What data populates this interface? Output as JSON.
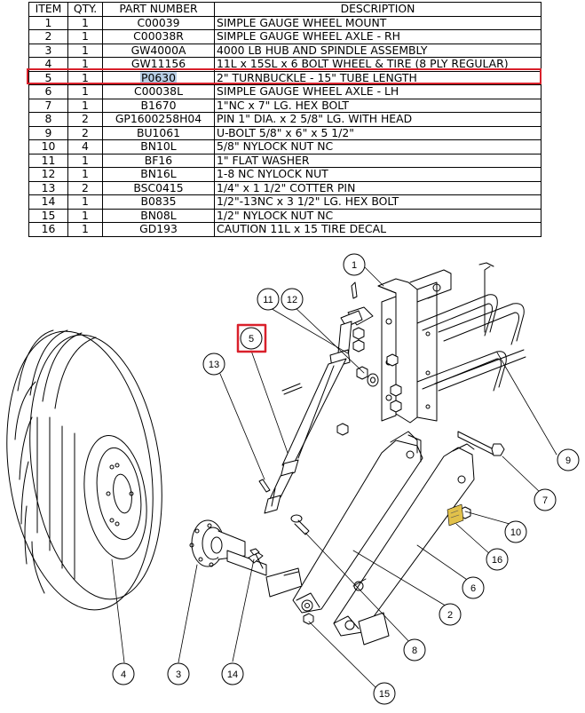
{
  "table": {
    "headers": [
      "ITEM",
      "QTY.",
      "PART NUMBER",
      "DESCRIPTION"
    ],
    "highlighted_item": "5",
    "rows": [
      {
        "item": "1",
        "qty": "1",
        "part": "C00039",
        "desc": "SIMPLE GAUGE WHEEL MOUNT"
      },
      {
        "item": "2",
        "qty": "1",
        "part": "C00038R",
        "desc": "SIMPLE GAUGE WHEEL AXLE - RH"
      },
      {
        "item": "3",
        "qty": "1",
        "part": "GW4000A",
        "desc": "4000 LB HUB AND SPINDLE ASSEMBLY"
      },
      {
        "item": "4",
        "qty": "1",
        "part": "GW11156",
        "desc": "11L x 15SL x 6 BOLT WHEEL & TIRE (8 PLY REGULAR)"
      },
      {
        "item": "5",
        "qty": "1",
        "part": "P0630",
        "desc": "2\" TURNBUCKLE - 15\" TUBE LENGTH"
      },
      {
        "item": "6",
        "qty": "1",
        "part": "C00038L",
        "desc": "SIMPLE GAUGE WHEEL AXLE - LH"
      },
      {
        "item": "7",
        "qty": "1",
        "part": "B1670",
        "desc": "1\"NC x 7\" LG. HEX BOLT"
      },
      {
        "item": "8",
        "qty": "2",
        "part": "GP1600258H04",
        "desc": "PIN 1\" DIA. x 2 5/8\" LG. WITH HEAD"
      },
      {
        "item": "9",
        "qty": "2",
        "part": "BU1061",
        "desc": "U-BOLT 5/8\" x 6\" x 5 1/2\""
      },
      {
        "item": "10",
        "qty": "4",
        "part": "BN10L",
        "desc": "5/8\" NYLOCK NUT NC"
      },
      {
        "item": "11",
        "qty": "1",
        "part": "BF16",
        "desc": "1\" FLAT WASHER"
      },
      {
        "item": "12",
        "qty": "1",
        "part": "BN16L",
        "desc": "1-8 NC NYLOCK NUT"
      },
      {
        "item": "13",
        "qty": "2",
        "part": "BSC0415",
        "desc": "1/4\" x 1 1/2\" COTTER PIN"
      },
      {
        "item": "14",
        "qty": "1",
        "part": "B0835",
        "desc": "1/2\"-13NC x 3 1/2\" LG. HEX BOLT"
      },
      {
        "item": "15",
        "qty": "1",
        "part": "BN08L",
        "desc": "1/2\" NYLOCK NUT NC"
      },
      {
        "item": "16",
        "qty": "1",
        "part": "GD193",
        "desc": "CAUTION 11L x 15 TIRE DECAL"
      }
    ]
  },
  "balloons": [
    "1",
    "2",
    "3",
    "4",
    "5",
    "6",
    "7",
    "8",
    "9",
    "10",
    "11",
    "12",
    "13",
    "14",
    "15",
    "16"
  ],
  "highlighted_balloon": "5",
  "colors": {
    "highlight_border": "#d9202b",
    "highlight_fill": "#b9cfe6",
    "line": "#000000"
  }
}
